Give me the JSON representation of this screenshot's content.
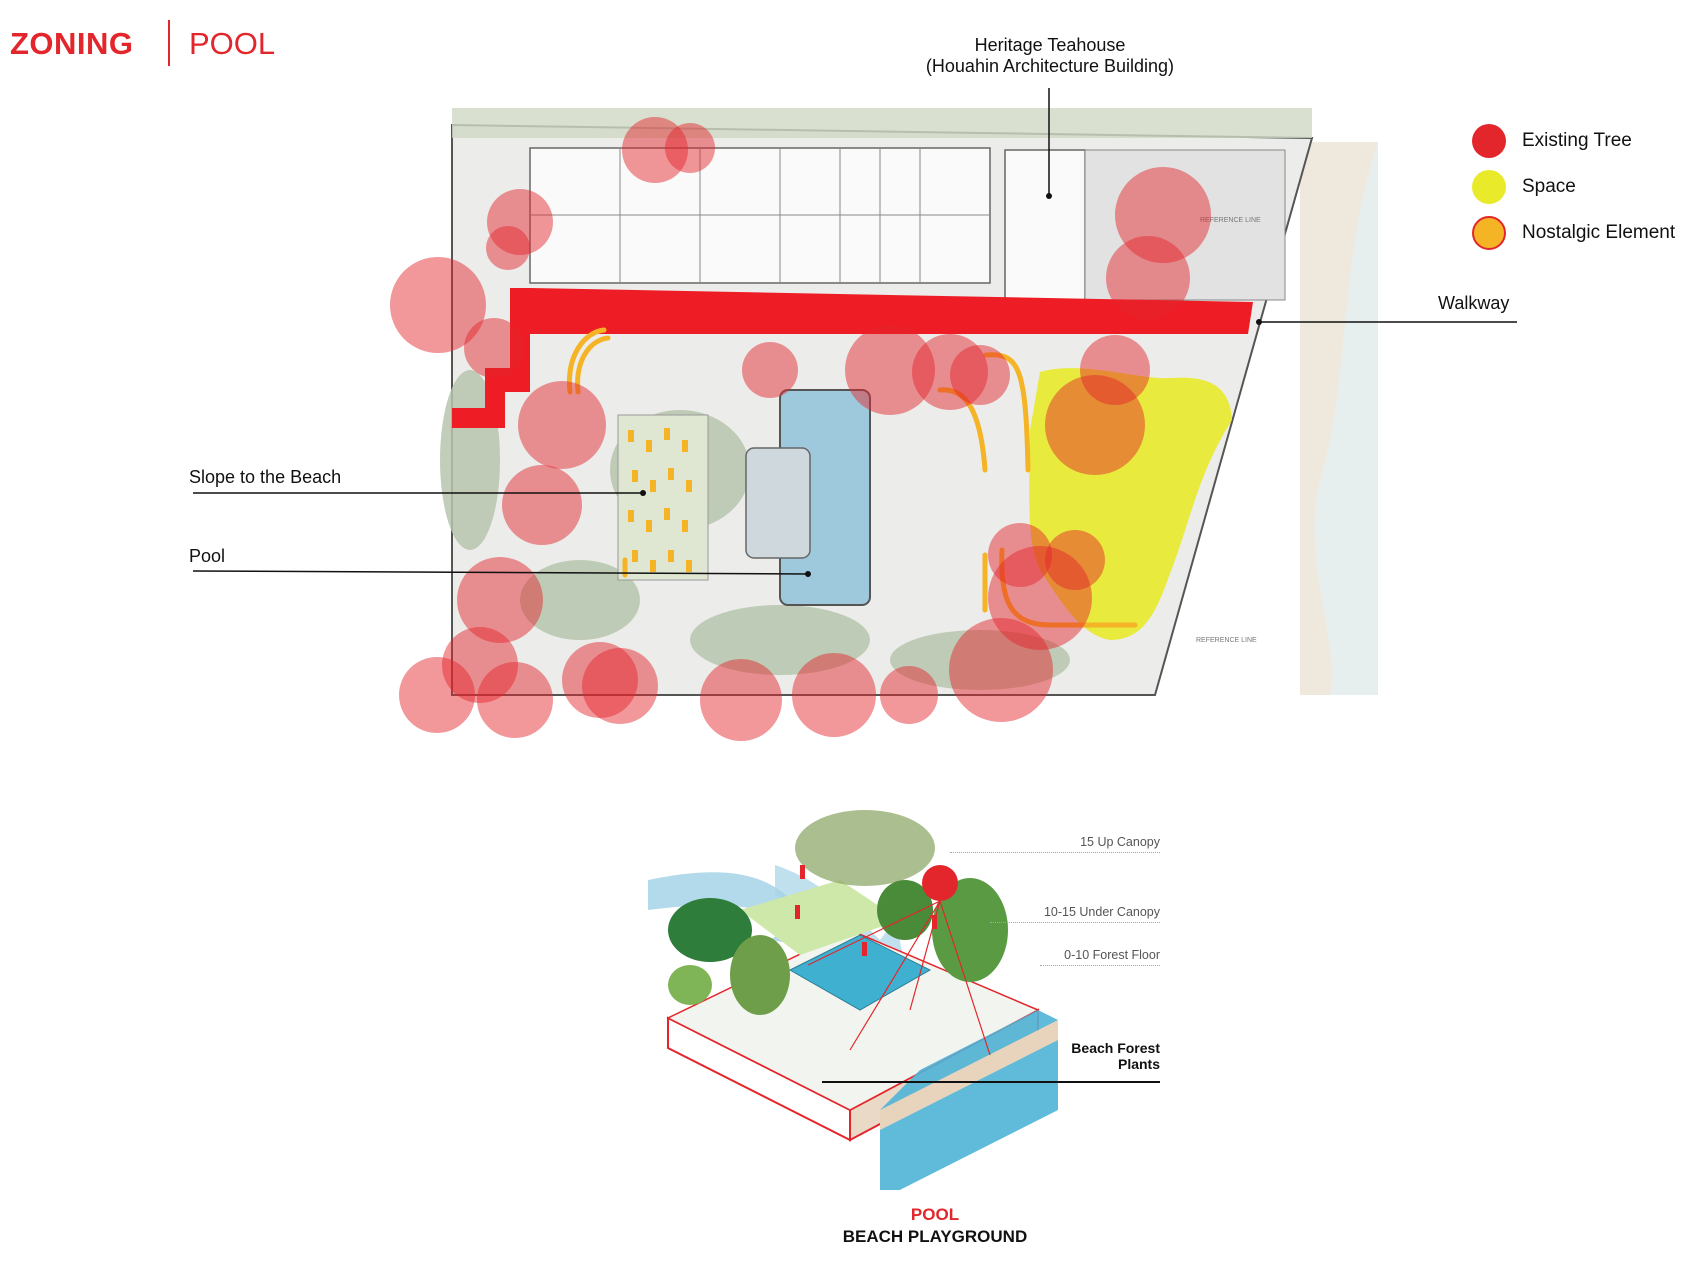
{
  "header": {
    "section": "ZONING",
    "subsection": "POOL"
  },
  "legend": {
    "items": [
      {
        "label": "Existing Tree",
        "color": "#e3262b"
      },
      {
        "label": "Space",
        "color": "#e8ea2a"
      },
      {
        "label": "Nostalgic Element",
        "color": "#f5b326"
      }
    ]
  },
  "plan": {
    "labels": {
      "teahouse_line1": "Heritage Teahouse",
      "teahouse_line2": "(Houahin Architecture Building)",
      "walkway": "Walkway",
      "slope": "Slope to the Beach",
      "pool": "Pool",
      "reference_line": "REFERENCE LINE",
      "reference_line_top": "REFERENCE LINE"
    },
    "colors": {
      "walkway": "#ee1c24",
      "tree": "#e3262b",
      "space": "#e8ea2a",
      "nostalgic": "#f5b326",
      "pool": "#9ec9dc"
    }
  },
  "diagram": {
    "layers": [
      {
        "label": "15 Up Canopy"
      },
      {
        "label": "10-15 Under Canopy"
      },
      {
        "label": "0-10 Forest Floor"
      }
    ],
    "callout_line1": "Beach Forest",
    "callout_line2": "Plants",
    "caption_title": "POOL",
    "caption_subtitle": "BEACH PLAYGROUND"
  }
}
